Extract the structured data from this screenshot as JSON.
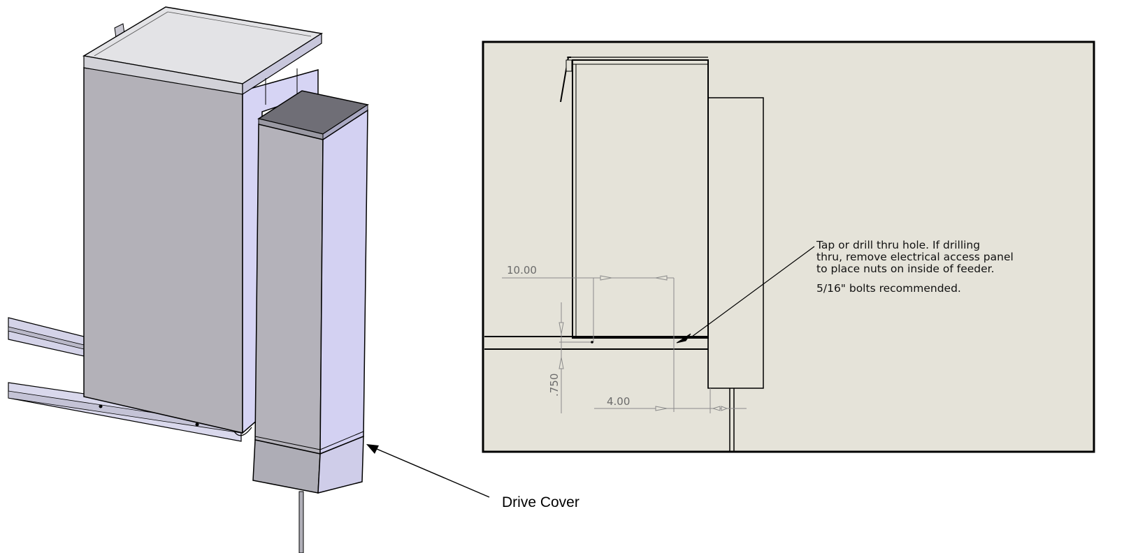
{
  "callout": {
    "drive_cover": "Drive Cover"
  },
  "drawing": {
    "dimensions": {
      "width_offset": "10.00",
      "vertical_offset": ".750",
      "edge_offset": "4.00"
    },
    "note": {
      "line1": "Tap or drill thru hole. If drilling",
      "line2": "thru, remove electrical access panel",
      "line3": "to place nuts on inside of feeder.",
      "line4": "5/16\" bolts recommended."
    }
  },
  "colors": {
    "drawing_background": "#e5e3d9",
    "cabinet_front": "#b3b1b8",
    "cabinet_side": "#d6d4f4",
    "cabinet_top": "#e3e3e6",
    "outline": "#000000",
    "dimension_line": "#8a8a8a"
  }
}
